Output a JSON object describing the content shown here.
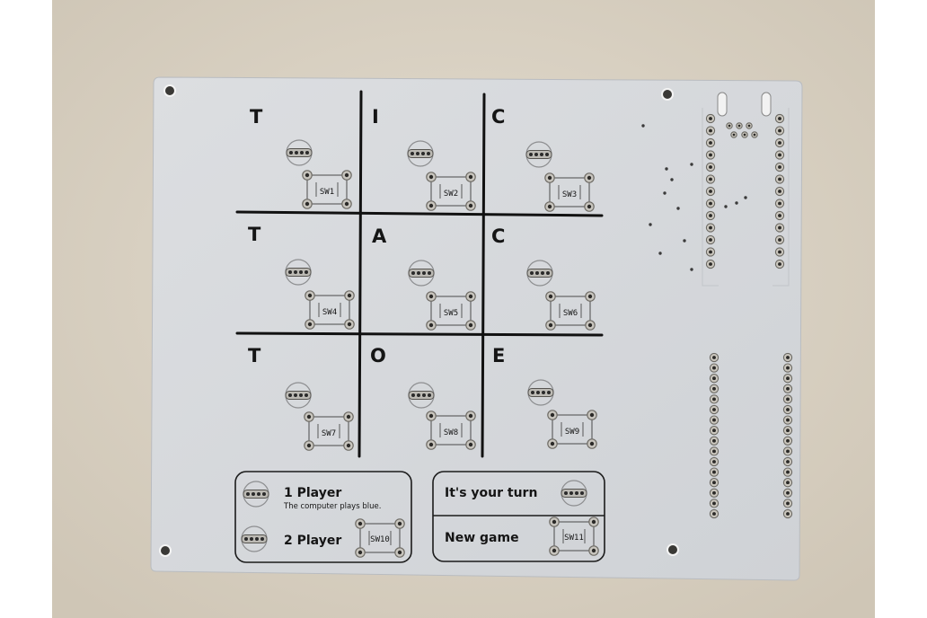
{
  "board": {
    "letters": [
      "T",
      "I",
      "C",
      "T",
      "A",
      "C",
      "T",
      "O",
      "E"
    ],
    "cell_switches": [
      "SW1",
      "SW2",
      "SW3",
      "SW4",
      "SW5",
      "SW6",
      "SW7",
      "SW8",
      "SW9"
    ],
    "mode_panel": {
      "one_player": "1 Player",
      "one_player_note": "The computer plays blue.",
      "two_player": "2 Player",
      "switch": "SW10"
    },
    "status_panel": {
      "turn": "It's your turn",
      "new_game": "New game",
      "switch": "SW11"
    }
  },
  "colors": {
    "desk": "#d9d1c4",
    "board": "#d7d9dc",
    "ink": "#151515",
    "pad": "#b8b5ad"
  }
}
